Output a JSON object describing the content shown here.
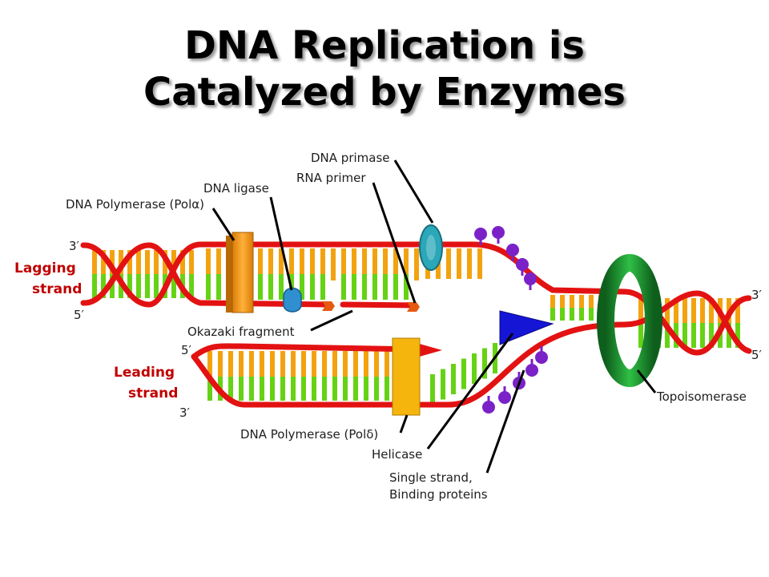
{
  "title": {
    "line1": "DNA Replication is",
    "line2": "Catalyzed by Enzymes"
  },
  "labels": {
    "dna_primase": "DNA primase",
    "rna_primer": "RNA primer",
    "dna_ligase": "DNA ligase",
    "pol_alpha": "DNA Polymerase (Polα)",
    "okazaki": "Okazaki fragment",
    "pol_delta": "DNA Polymerase (Polδ)",
    "helicase": "Helicase",
    "ssb_line1": "Single strand,",
    "ssb_line2": "Binding proteins",
    "topoisomerase": "Topoisomerase"
  },
  "strands": {
    "lagging_line1": "Lagging",
    "lagging_line2": "strand",
    "leading_line1": "Leading",
    "leading_line2": "strand",
    "lag_3prime": "3′",
    "lag_5prime": "5′",
    "lead_5prime": "5′",
    "lead_3prime": "3′",
    "right_3prime": "3′",
    "right_5prime": "5′"
  },
  "colors": {
    "backbone": "#e31212",
    "base_orange": "#f3a20f",
    "base_green": "#66d214",
    "polymerase": "#f59a0e",
    "primase": "#2aa7b8",
    "ligase": "#2f8fcf",
    "helicase": "#1515d6",
    "ssb": "#7a22c8",
    "topoisomerase": "#138a2a",
    "strand_label": "#c00000"
  }
}
